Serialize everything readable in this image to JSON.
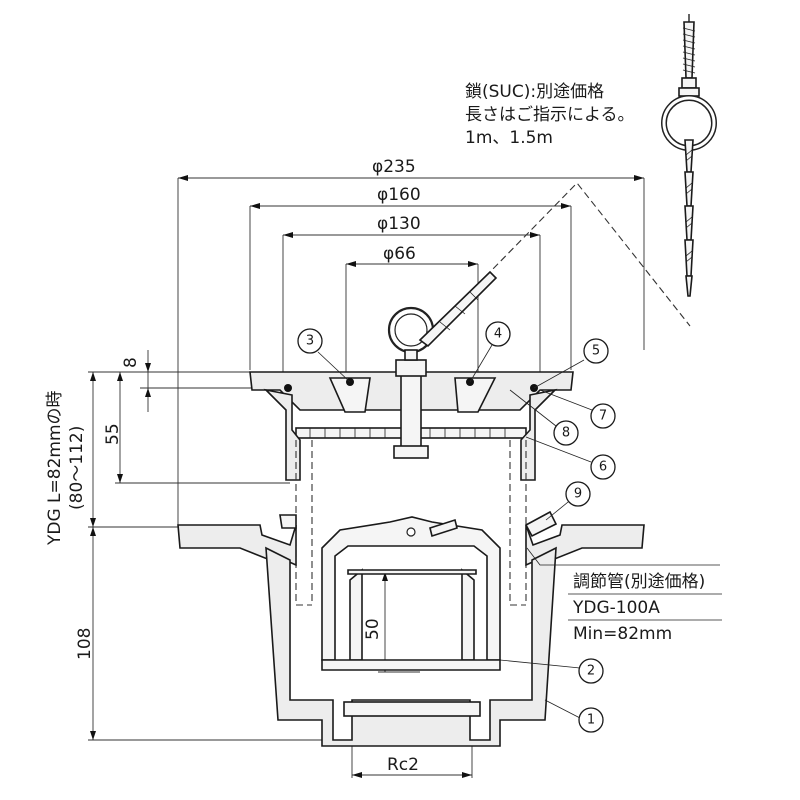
{
  "chain_note": {
    "line1": "鎖(SUC):別途価格",
    "line2": "長さはご指示による。",
    "line3": "1m、1.5m"
  },
  "dimensions": {
    "d235": "φ235",
    "d160": "φ160",
    "d130": "φ130",
    "d66": "φ66",
    "h8": "8",
    "h55": "55",
    "h50": "50",
    "h108": "108",
    "thread": "Rc2",
    "ydg_l": "YDG L=82mmの時",
    "ydg_range": "(80～112)"
  },
  "pipe_note": {
    "title": "調節管(別途価格)",
    "model": "YDG-100A",
    "min": "Min=82mm"
  },
  "part_numbers": [
    "1",
    "2",
    "3",
    "4",
    "5",
    "6",
    "7",
    "8",
    "9"
  ]
}
